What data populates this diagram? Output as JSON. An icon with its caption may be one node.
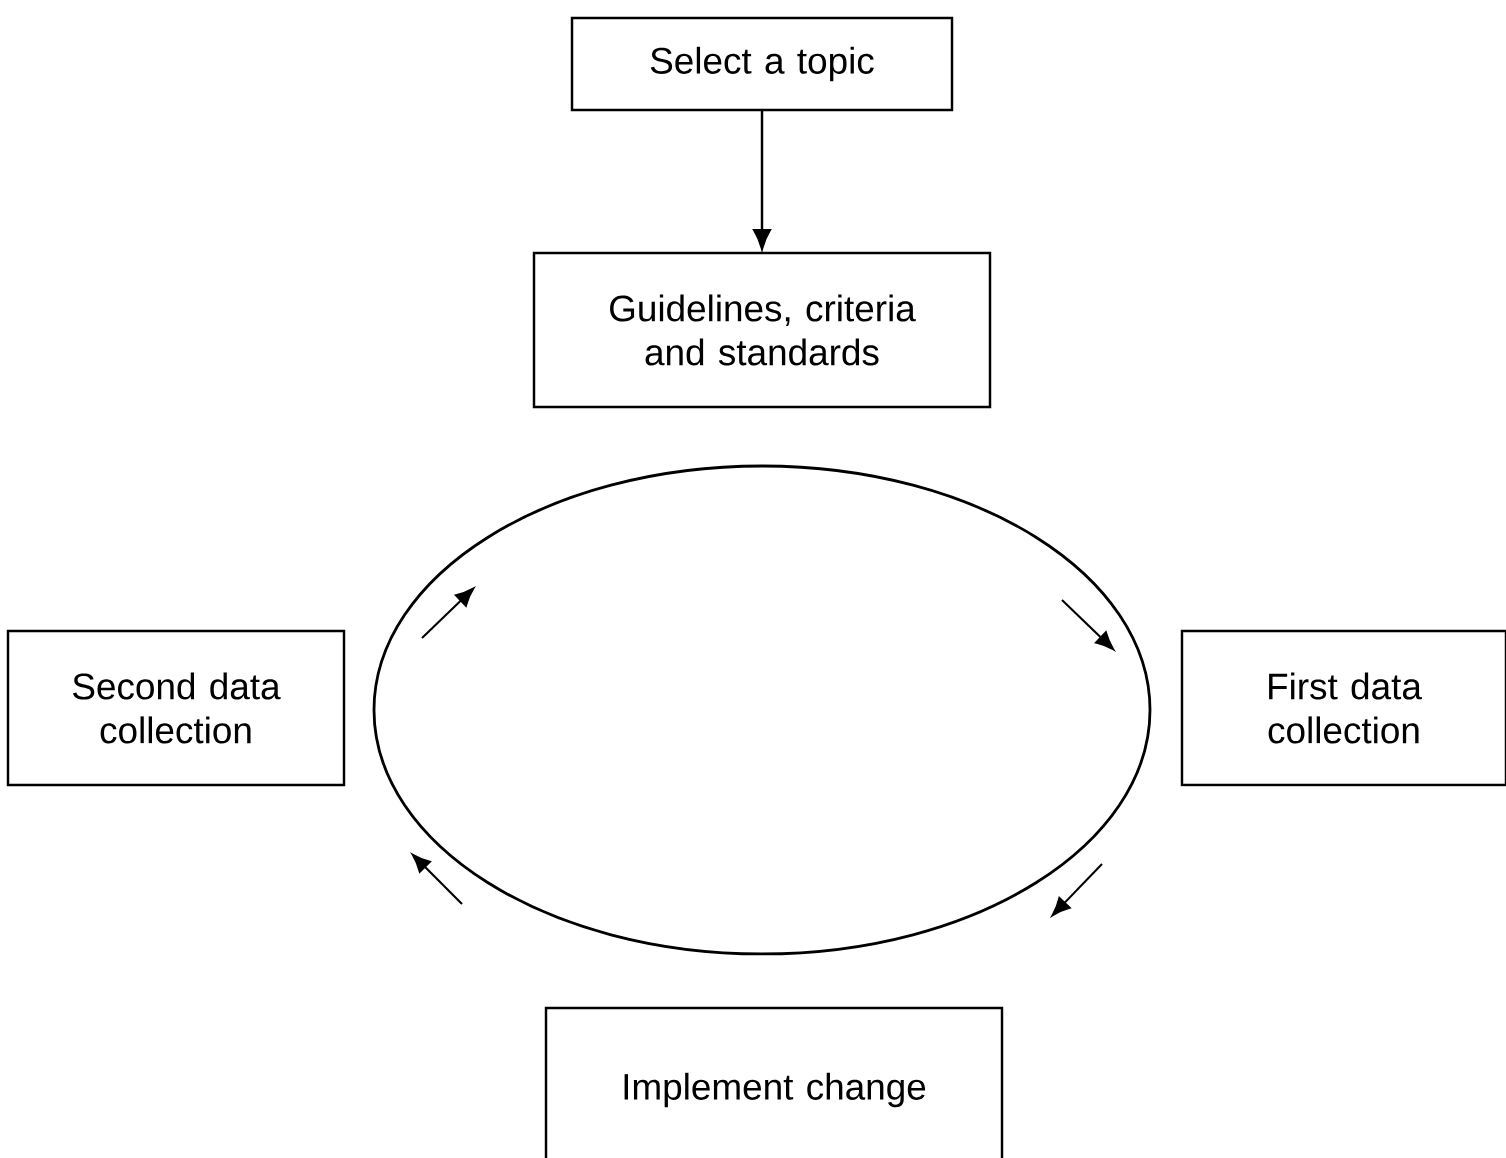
{
  "diagram": {
    "nodes": [
      {
        "text": [
          "Select a topic"
        ]
      },
      {
        "text": [
          "Guidelines, criteria and standards"
        ]
      },
      {
        "text": [
          "First data collection"
        ]
      },
      {
        "text": [
          "Implement change"
        ]
      },
      {
        "text": [
          "Second data collection"
        ]
      },
      {
        "text": [],
        "shape": "circle"
      }
    ],
    "edges": [
      {
        "from": 0,
        "to": 1,
        "arrow": "to"
      }
    ]
  }
}
